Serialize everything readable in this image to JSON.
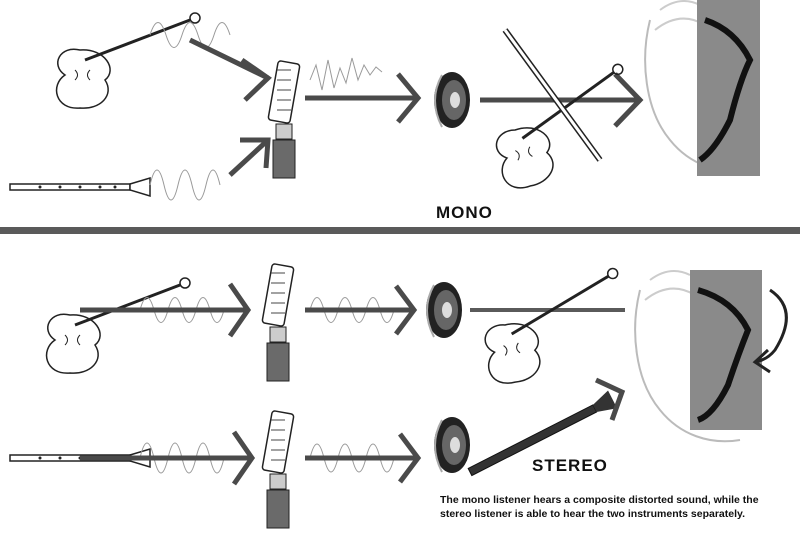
{
  "labels": {
    "mono": "MONO",
    "stereo": "STEREO"
  },
  "caption": {
    "line1": "The mono listener hears a composite distorted sound, while the",
    "line2": "stereo listener is able to hear the two instruments separately."
  },
  "colors": {
    "arrow": "#4a4a4a",
    "divider": "#5a5a5a",
    "face_panel": "#8a8a8a",
    "wave": "#9a9a9a"
  }
}
